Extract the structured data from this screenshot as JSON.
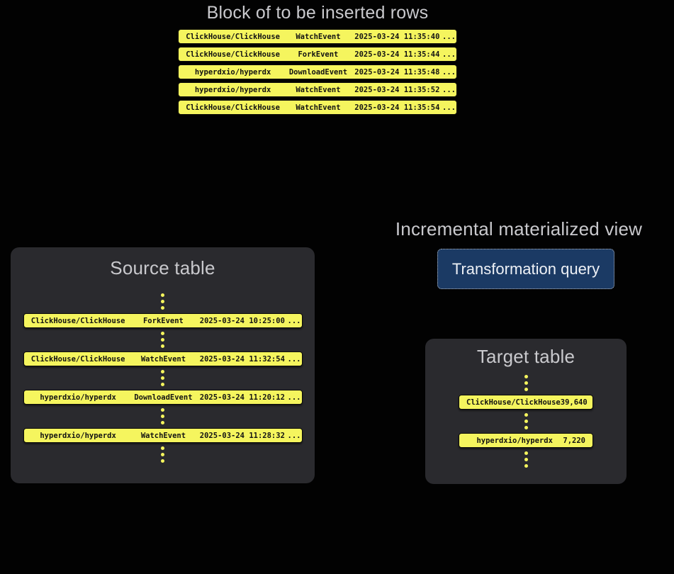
{
  "colors": {
    "page_bg": "#020202",
    "row_yellow": "#f5f55e",
    "panel_bg": "#2a2a2e",
    "title_gray": "#c9c9cd",
    "button_bg": "#1b3a64",
    "button_border": "#b6bac1",
    "button_text": "#eef1f6",
    "row_text": "#121212"
  },
  "insert_block": {
    "title": "Block of to be inserted rows",
    "rows": [
      {
        "repo": "ClickHouse/ClickHouse",
        "event": "WatchEvent",
        "timestamp": "2025-03-24 11:35:40",
        "more": "..."
      },
      {
        "repo": "ClickHouse/ClickHouse",
        "event": "ForkEvent",
        "timestamp": "2025-03-24 11:35:44",
        "more": "..."
      },
      {
        "repo": "hyperdxio/hyperdx",
        "event": "DownloadEvent",
        "timestamp": "2025-03-24 11:35:48",
        "more": "..."
      },
      {
        "repo": "hyperdxio/hyperdx",
        "event": "WatchEvent",
        "timestamp": "2025-03-24 11:35:52",
        "more": "..."
      },
      {
        "repo": "ClickHouse/ClickHouse",
        "event": "WatchEvent",
        "timestamp": "2025-03-24 11:35:54",
        "more": "..."
      }
    ]
  },
  "source_table": {
    "title": "Source table",
    "rows": [
      {
        "repo": "ClickHouse/ClickHouse",
        "event": "ForkEvent",
        "timestamp": "2025-03-24 10:25:00",
        "more": "..."
      },
      {
        "repo": "ClickHouse/ClickHouse",
        "event": "WatchEvent",
        "timestamp": "2025-03-24 11:32:54",
        "more": "..."
      },
      {
        "repo": "hyperdxio/hyperdx",
        "event": "DownloadEvent",
        "timestamp": "2025-03-24 11:20:12",
        "more": "..."
      },
      {
        "repo": "hyperdxio/hyperdx",
        "event": "WatchEvent",
        "timestamp": "2025-03-24 11:28:32",
        "more": "..."
      }
    ]
  },
  "materialized_view": {
    "title": "Incremental materialized view",
    "button_label": "Transformation query"
  },
  "target_table": {
    "title": "Target table",
    "rows": [
      {
        "repo": "ClickHouse/ClickHouse",
        "count": "39,640"
      },
      {
        "repo": "hyperdxio/hyperdx",
        "count": "7,220"
      }
    ]
  }
}
